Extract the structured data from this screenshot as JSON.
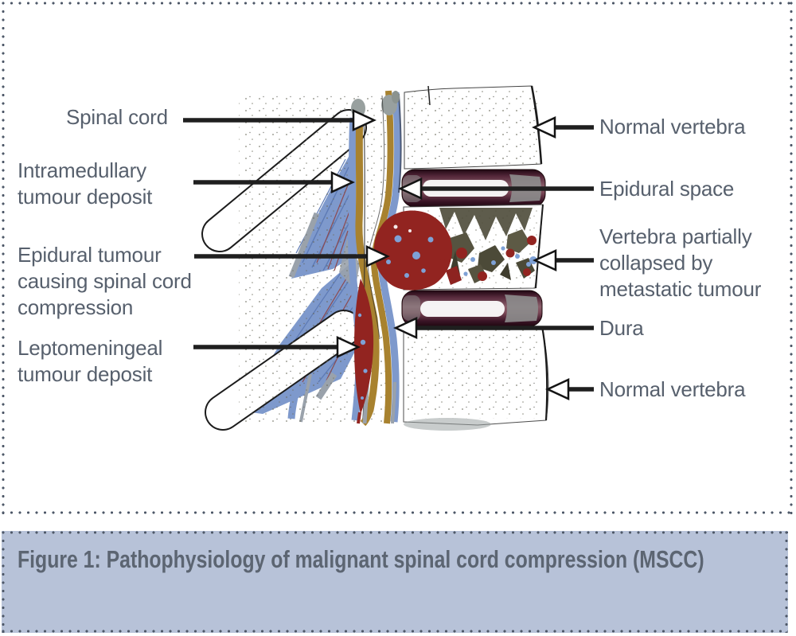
{
  "figure": {
    "left_labels": [
      {
        "text": "Spinal cord"
      },
      {
        "text": "Intramedullary\ntumour deposit"
      },
      {
        "text": "Epidural tumour\ncausing spinal cord\ncompression"
      },
      {
        "text": "Leptomeningeal\ntumour deposit"
      }
    ],
    "right_labels": [
      {
        "text": "Normal vertebra"
      },
      {
        "text": "Epidural space"
      },
      {
        "text": "Vertebra partially\ncollapsed by\nmetastatic tumour"
      },
      {
        "text": "Dura"
      },
      {
        "text": "Normal vertebra"
      }
    ]
  },
  "caption": {
    "text": "Figure 1: Pathophysiology of malignant spinal cord compression (MSCC)"
  },
  "colors": {
    "label_text": "#57606d",
    "caption_text": "#5c6572",
    "caption_background": "#b7c2d8",
    "border_dots": "#4e5868",
    "arrow_line": "#1f1f1f",
    "arrowhead_fill": "#ffffff",
    "muscle_blue": "#7e99cc",
    "dura_gold": "#a8822f",
    "tumour_red": "#922420",
    "disc_maroon": "#3a1426",
    "bone_white": "#ffffff"
  }
}
